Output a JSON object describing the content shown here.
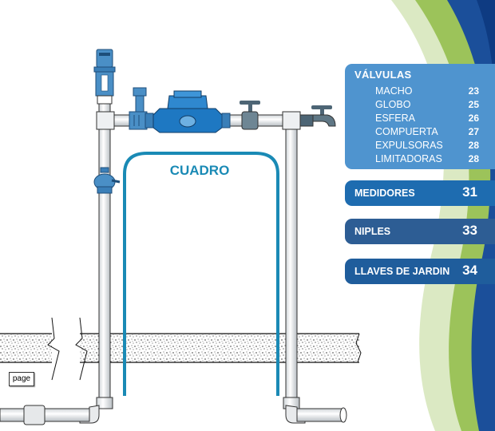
{
  "diagram": {
    "label": "CUADRO"
  },
  "menu": {
    "valvulas": {
      "title": "VÁLVULAS",
      "items": [
        {
          "label": "MACHO",
          "page": "23"
        },
        {
          "label": "GLOBO",
          "page": "25"
        },
        {
          "label": "ESFERA",
          "page": "26"
        },
        {
          "label": "COMPUERTA",
          "page": "27"
        },
        {
          "label": "EXPULSORAS",
          "page": "28"
        },
        {
          "label": "LIMITADORAS",
          "page": "28"
        }
      ]
    },
    "categories": [
      {
        "label": "MEDIDORES",
        "page": "31"
      },
      {
        "label": "NIPLES",
        "page": "33"
      },
      {
        "label": "LLAVES DE JARDIN",
        "page": "34"
      }
    ]
  },
  "tag": {
    "label": "page"
  },
  "colors": {
    "accent": "#1a8ab5",
    "panel_light": "#4f94cf",
    "panel_dark": "#1f5d9c",
    "swoosh_green": "#8fbf4a"
  }
}
